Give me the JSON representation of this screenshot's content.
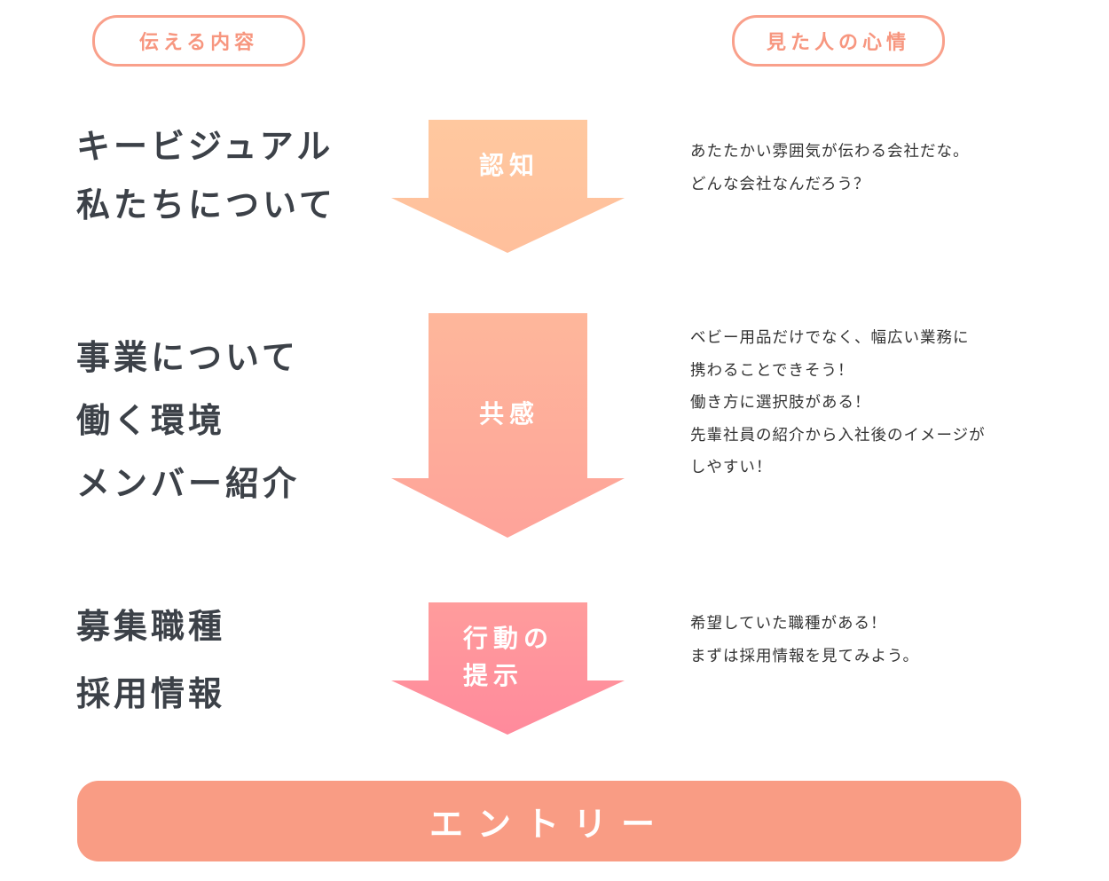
{
  "headers": {
    "left": "伝える内容",
    "right": "見た人の心情"
  },
  "stages": [
    {
      "label": "認知",
      "content": [
        "キービジュアル",
        "私たちについて"
      ],
      "feelings": [
        "あたたかい雰囲気が伝わる会社だな。",
        "どんな会社なんだろう？"
      ],
      "color_top": "#ffc89f",
      "color_bottom": "#ffbf9c"
    },
    {
      "label": "共感",
      "content": [
        "事業について",
        "働く環境",
        "メンバー紹介"
      ],
      "feelings": [
        "ベビー用品だけでなく、幅広い業務に",
        "携わることできそう！",
        "働き方に選択肢がある！",
        "先輩社員の紹介から入社後のイメージが",
        "しやすい！"
      ],
      "color_top": "#feb79b",
      "color_bottom": "#fea39a"
    },
    {
      "label": "行動の提示",
      "label_lines": [
        "行動の",
        "提示"
      ],
      "content": [
        "募集職種",
        "採用情報"
      ],
      "feelings": [
        "希望していた職種がある！",
        "まずは採用情報を見てみよう。"
      ],
      "color_top": "#ff9c9c",
      "color_bottom": "#ff8a9c"
    }
  ],
  "entry_label": "エントリー"
}
